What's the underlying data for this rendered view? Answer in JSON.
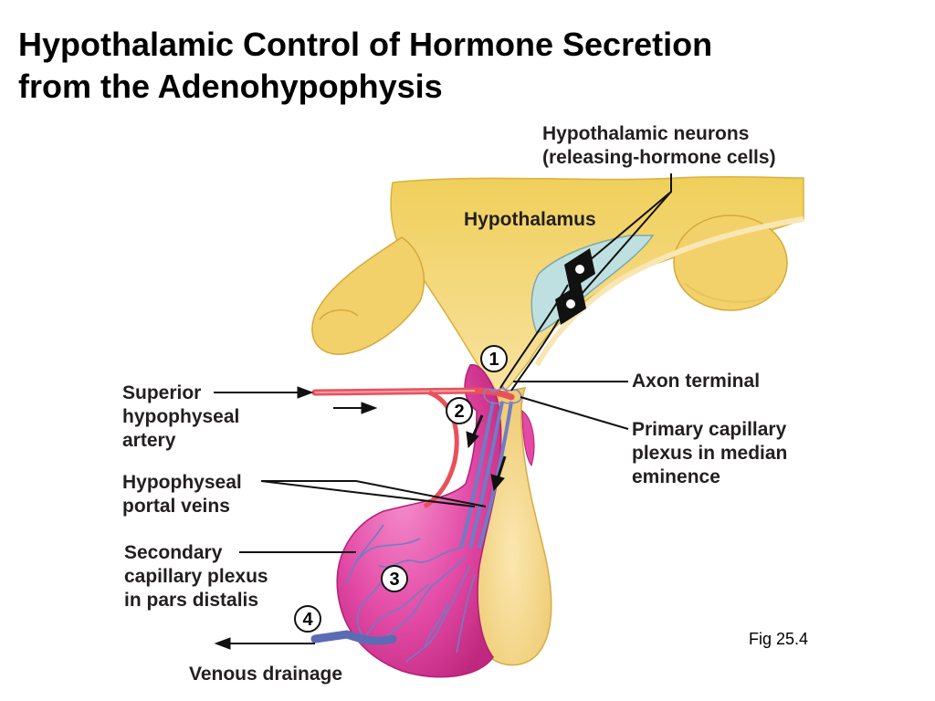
{
  "title": "Hypothalamic Control of Hormone Secretion\nfrom the Adenohypophysis",
  "labels": {
    "hypothalamic_neurons": "Hypothalamic neurons\n(releasing-hormone cells)",
    "hypothalamus": "Hypothalamus",
    "axon_terminal": "Axon terminal",
    "primary_plexus": "Primary capillary\nplexus in median\neminence",
    "superior_artery": "Superior\nhypophyseal\nartery",
    "portal_veins": "Hypophyseal\nportal veins",
    "secondary_plexus": "Secondary\ncapillary plexus\nin pars distalis",
    "venous_drainage": "Venous drainage"
  },
  "steps": [
    "1",
    "2",
    "3",
    "4"
  ],
  "figure_caption": "Fig 25.4",
  "colors": {
    "hypothalamus_fill": "#f3d773",
    "neurohypophysis_fill": "#f7dc8c",
    "adenohypophysis_fill": "#e24aa6",
    "artery": "#e8515b",
    "portal_vein": "#6f7cc4",
    "neuron_region": "#bfe0e0"
  }
}
